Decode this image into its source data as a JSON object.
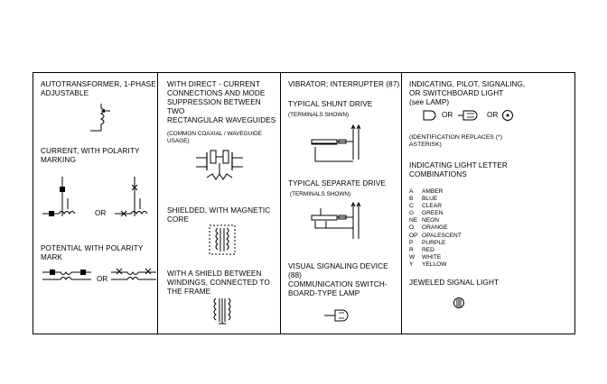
{
  "col1": {
    "autotransformer": "AUTOTRANSFORMER, 1-PHASE\nADJUSTABLE",
    "current": "CURRENT, WITH POLARITY\nMARKING",
    "current_or": "OR",
    "potential": "POTENTIAL WITH POLARITY\nMARK",
    "potential_or": "OR"
  },
  "col2": {
    "direct_current": "WITH DIRECT - CURRENT\nCONNECTIONS AND MODE\nSUPPRESSION BETWEEN TWO\nRECTANGULAR WAVEGUIDES",
    "coaxial_note": "(COMMON COAXIAL / WAVEGUIDE\nUSAGE)",
    "shielded": "SHIELDED, WITH MAGNETIC\nCORE",
    "shield_between": "WITH A SHIELD BETWEEN\nWINDINGS, CONNECTED TO\nTHE FRAME"
  },
  "col3": {
    "vibrator": "VIBRATOR;  INTERRUPTER (87)",
    "shunt": "TYPICAL SHUNT DRIVE",
    "terminals1": "(TERMINALS SHOWN)",
    "separate": "TYPICAL SEPARATE DRIVE",
    "terminals2": "(TERMINALS SHOWN)",
    "visual": "VISUAL SIGNALING DEVICE (88)",
    "communication": "COMMUNICATION SWITCH-\nBOARD-TYPE LAMP"
  },
  "col4": {
    "indicating": "INDICATING, PILOT, SIGNALING,\nOR SWITCHBOARD LIGHT",
    "see_lamp": "(see LAMP)",
    "or1": "OR",
    "or2": "OR",
    "identification": "(IDENTIFICATION REPLACES (*)\nASTERISK)",
    "letter_combos": "INDICATING LIGHT LETTER\nCOMBINATIONS",
    "combinations": [
      {
        "code": "A",
        "name": "AMBER"
      },
      {
        "code": "B",
        "name": "BLUE"
      },
      {
        "code": "C",
        "name": "CLEAR"
      },
      {
        "code": "G",
        "name": "GREEN"
      },
      {
        "code": "NE",
        "name": "NEON"
      },
      {
        "code": "O",
        "name": "ORANGE"
      },
      {
        "code": "OP",
        "name": "OPALESCENT"
      },
      {
        "code": "P",
        "name": "PURPLE"
      },
      {
        "code": "R",
        "name": "RED"
      },
      {
        "code": "W",
        "name": "WHITE"
      },
      {
        "code": "Y",
        "name": "YELLOW"
      }
    ],
    "jeweled": "JEWELED SIGNAL LIGHT"
  }
}
